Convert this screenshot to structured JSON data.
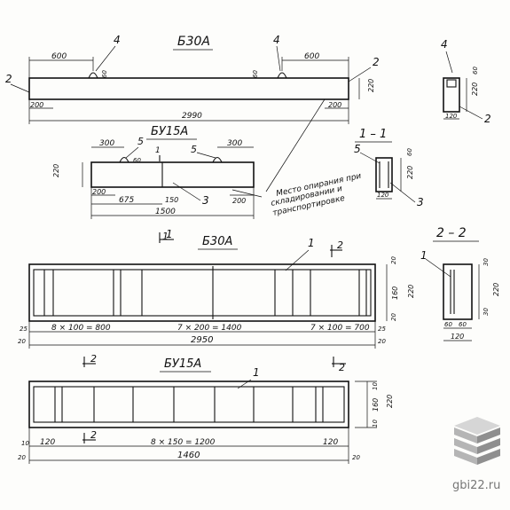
{
  "view_b30a": {
    "title": "Б30А",
    "dim_600_left": "600",
    "dim_600_right": "600",
    "dim_60_left": "60",
    "dim_60_right": "60",
    "dim_220": "220",
    "dim_200_left": "200",
    "dim_200_right": "200",
    "dim_2990": "2990",
    "callout_4": "4",
    "callout_2": "2"
  },
  "view_b30a_side": {
    "dim_60": "60",
    "dim_220": "220",
    "dim_120": "120",
    "callout_4": "4",
    "callout_2": "2"
  },
  "view_bu15a": {
    "title": "БУ15А",
    "dim_300_left": "300",
    "dim_300_right": "300",
    "dim_60": "60",
    "dim_220": "220",
    "dim_200_left": "200",
    "dim_200_right": "200",
    "dim_675": "675",
    "dim_150": "150",
    "dim_1500": "1500",
    "callout_5": "5",
    "callout_3": "3",
    "cut_mark": "1"
  },
  "section_1_1": {
    "title": "1 – 1",
    "dim_60": "60",
    "dim_220": "220",
    "dim_120": "120",
    "callout_5": "5",
    "callout_3": "3"
  },
  "note": {
    "line1": "Место опирания при",
    "line2": "складировании и",
    "line3": "транспортировке"
  },
  "reinf_b30a": {
    "title": "Б30А",
    "cut_top_left": "1",
    "cut_top_right": "2",
    "cut_bot_left": "2",
    "cut_bot_right": "2",
    "callout_1": "1",
    "dim_25_left": "25",
    "dim_25_right": "25",
    "seg_left": "8 × 100 = 800",
    "seg_mid": "7 × 200 = 1400",
    "seg_right": "7 × 100 = 700",
    "dim_20_left": "20",
    "dim_20_right": "20",
    "dim_2950": "2950",
    "dim_20_top": "20",
    "dim_160": "160",
    "dim_220": "220",
    "dim_20_bot": "20"
  },
  "section_2_2": {
    "title": "2 – 2",
    "callout_1": "1",
    "dim_30_top": "30",
    "dim_30_bot": "30",
    "dim_220": "220",
    "dim_60_left": "60",
    "dim_60_right": "60",
    "dim_120": "120"
  },
  "reinf_bu15a": {
    "title": "БУ15А",
    "callout_1": "1",
    "cut_bot": "2",
    "dim_10": "10",
    "dim_120": "120",
    "seg": "8 × 150 = 1200",
    "dim_20_left": "20",
    "dim_20_right": "20",
    "dim_1460": "1460",
    "dim_10_top": "10",
    "dim_160": "160",
    "dim_220": "220",
    "dim_10_bot": "10"
  },
  "watermark": {
    "text": "gbi22.ru",
    "colors": {
      "light": "#d6d6d6",
      "mid": "#b5b5b5",
      "dark": "#8f8f8f"
    }
  }
}
